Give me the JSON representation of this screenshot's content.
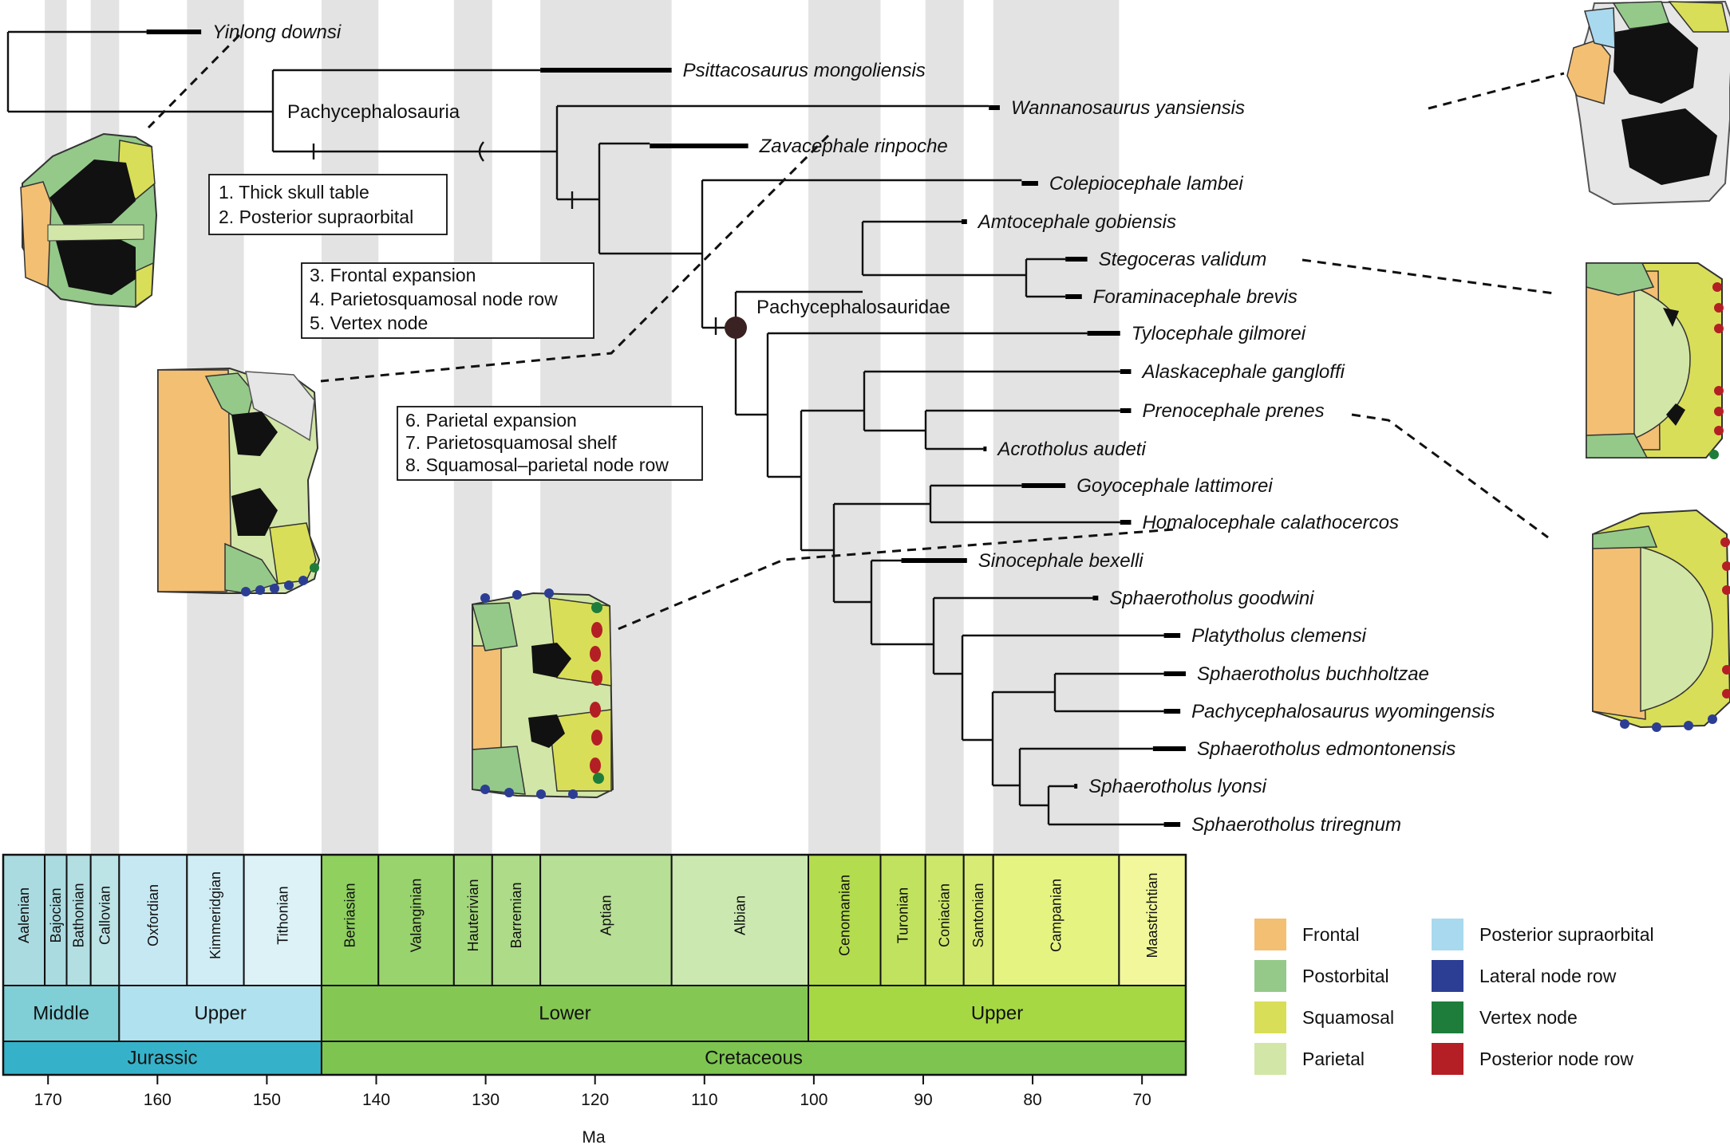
{
  "taxa": [
    {
      "name": "Yinlong downsi",
      "fad": 161,
      "lad": 156
    },
    {
      "name": "Psittacosaurus mongoliensis",
      "fad": 125,
      "lad": 113
    },
    {
      "name": "Wannanosaurus yansiensis",
      "fad": 84,
      "lad": 83
    },
    {
      "name": "Zavacephale rinpoche",
      "fad": 115,
      "lad": 106
    },
    {
      "name": "Colepiocephale lambei",
      "fad": 81,
      "lad": 79.5
    },
    {
      "name": "Amtocephale gobiensis",
      "fad": 86.5,
      "lad": 86
    },
    {
      "name": "Stegoceras validum",
      "fad": 77,
      "lad": 75
    },
    {
      "name": "Foraminacephale brevis",
      "fad": 77,
      "lad": 75.5
    },
    {
      "name": "Tylocephale gilmorei",
      "fad": 75,
      "lad": 72
    },
    {
      "name": "Alaskacephale gangloffi",
      "fad": 72,
      "lad": 71
    },
    {
      "name": "Prenocephale prenes",
      "fad": 72,
      "lad": 71
    },
    {
      "name": "Acrotholus audeti",
      "fad": 84.5,
      "lad": 84.3
    },
    {
      "name": "Goyocephale lattimorei",
      "fad": 81,
      "lad": 77
    },
    {
      "name": "Homalocephale calathocercos",
      "fad": 72,
      "lad": 71
    },
    {
      "name": "Sinocephale bexelli",
      "fad": 92,
      "lad": 86
    },
    {
      "name": "Sphaerotholus goodwini",
      "fad": 74.5,
      "lad": 74
    },
    {
      "name": "Platytholus clemensi",
      "fad": 68,
      "lad": 66.5
    },
    {
      "name": "Sphaerotholus buchholtzae",
      "fad": 68,
      "lad": 66
    },
    {
      "name": "Pachycephalosaurus wyomingensis",
      "fad": 68,
      "lad": 66.5
    },
    {
      "name": "Sphaerotholus edmontonensis",
      "fad": 69,
      "lad": 66
    },
    {
      "name": "Sphaerotholus lyonsi",
      "fad": 76.2,
      "lad": 76
    },
    {
      "name": "Sphaerotholus triregnum",
      "fad": 68,
      "lad": 66.5
    }
  ],
  "clades": {
    "pachycephalosauria": "Pachycephalosauria",
    "pachycephalosauridae": "Pachycephalosauridae"
  },
  "character_boxes": [
    {
      "lines": [
        "1. Thick skull table",
        "2. Posterior supraorbital"
      ]
    },
    {
      "lines": [
        "3. Frontal expansion",
        "4. Parietosquamosal node row",
        "5. Vertex node"
      ]
    },
    {
      "lines": [
        "6. Parietal expansion",
        "7. Parietosquamosal shelf",
        "8. Squamosal–parietal node row"
      ]
    }
  ],
  "timescale": {
    "stages": [
      {
        "name": "Aalenian",
        "start": 174.1,
        "end": 170.3,
        "color": "#aadbe0"
      },
      {
        "name": "Bajocian",
        "start": 170.3,
        "end": 168.3,
        "color": "#aadbe0"
      },
      {
        "name": "Bathonian",
        "start": 168.3,
        "end": 166.1,
        "color": "#b3dfe3"
      },
      {
        "name": "Callovian",
        "start": 166.1,
        "end": 163.5,
        "color": "#bce3e6"
      },
      {
        "name": "Oxfordian",
        "start": 163.5,
        "end": 157.3,
        "color": "#c6e8f2"
      },
      {
        "name": "Kimmeridgian",
        "start": 157.3,
        "end": 152.1,
        "color": "#d0ecf4"
      },
      {
        "name": "Tithonian",
        "start": 152.1,
        "end": 145,
        "color": "#dcf2f7"
      },
      {
        "name": "Berriasian",
        "start": 145,
        "end": 139.8,
        "color": "#8fd05f"
      },
      {
        "name": "Valanginian",
        "start": 139.8,
        "end": 132.9,
        "color": "#99d36d"
      },
      {
        "name": "Hauterivian",
        "start": 132.9,
        "end": 129.4,
        "color": "#a3d77b"
      },
      {
        "name": "Barremian",
        "start": 129.4,
        "end": 125,
        "color": "#addb88"
      },
      {
        "name": "Aptian",
        "start": 125,
        "end": 113,
        "color": "#b8df96"
      },
      {
        "name": "Albian",
        "start": 113,
        "end": 100.5,
        "color": "#cbe8b0"
      },
      {
        "name": "Cenomanian",
        "start": 100.5,
        "end": 93.9,
        "color": "#b3dc4f"
      },
      {
        "name": "Turonian",
        "start": 93.9,
        "end": 89.8,
        "color": "#c1e25e"
      },
      {
        "name": "Coniacian",
        "start": 89.8,
        "end": 86.3,
        "color": "#cde76b"
      },
      {
        "name": "Santonian",
        "start": 86.3,
        "end": 83.6,
        "color": "#d8ec75"
      },
      {
        "name": "Campanian",
        "start": 83.6,
        "end": 72.1,
        "color": "#e5f381"
      },
      {
        "name": "Maastrichtian",
        "start": 72.1,
        "end": 66,
        "color": "#f1f79a"
      }
    ],
    "epochs": [
      {
        "name": "Middle",
        "start": 174.1,
        "end": 163.5,
        "color": "#80ced6"
      },
      {
        "name": "Upper",
        "start": 163.5,
        "end": 145,
        "color": "#b0e1ee"
      },
      {
        "name": "Lower",
        "start": 145,
        "end": 100.5,
        "color": "#84c853"
      },
      {
        "name": "Upper",
        "start": 100.5,
        "end": 66,
        "color": "#a6d843"
      }
    ],
    "periods": [
      {
        "name": "Jurassic",
        "start": 174.1,
        "end": 145,
        "color": "#35b2c9"
      },
      {
        "name": "Cretaceous",
        "start": 145,
        "end": 66,
        "color": "#7dc550"
      }
    ],
    "ticks": [
      170,
      160,
      150,
      140,
      130,
      120,
      110,
      100,
      90,
      80,
      70
    ],
    "axis_label": "Ma"
  },
  "legend": [
    {
      "label": "Frontal",
      "color": "#f3bf73"
    },
    {
      "label": "Postorbital",
      "color": "#95c98a"
    },
    {
      "label": "Squamosal",
      "color": "#d9de58"
    },
    {
      "label": "Parietal",
      "color": "#d2e6a7"
    },
    {
      "label": "Posterior supraorbital",
      "color": "#a9d9ee"
    },
    {
      "label": "Lateral node row",
      "color": "#2c3d94"
    },
    {
      "label": "Vertex node",
      "color": "#1e7d3a"
    },
    {
      "label": "Posterior node row",
      "color": "#b31f24"
    }
  ]
}
